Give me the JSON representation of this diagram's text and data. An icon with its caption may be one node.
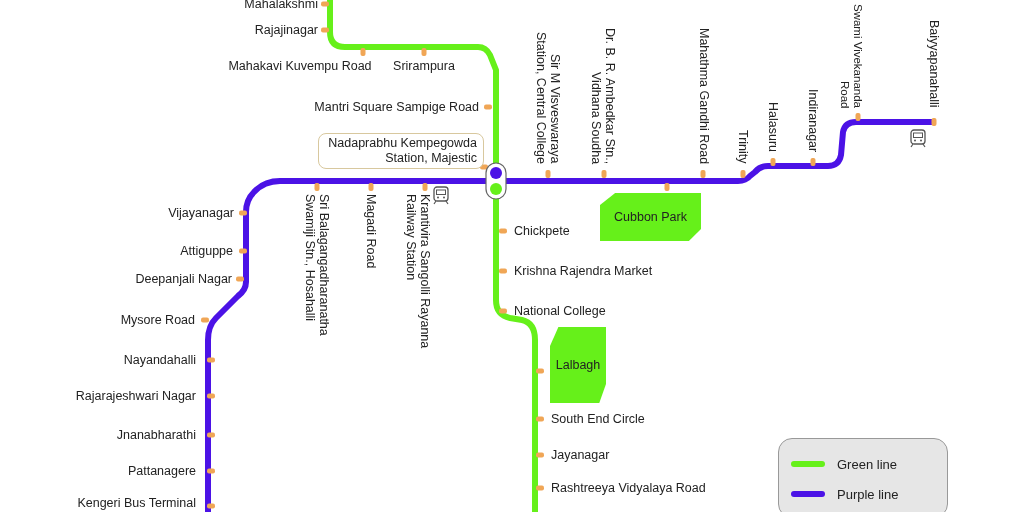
{
  "diagram": {
    "nodes": [
      {
        "text": [
          "Nadaprabhu Kempegowda Station, Majestic"
        ]
      },
      {
        "text": [
          "Cubbon Park"
        ]
      },
      {
        "text": [
          "Lalbagh"
        ]
      }
    ],
    "labels": [
      "Mahalakshmi",
      "Rajajinagar",
      "Mahakavi Kuvempu Road",
      "Srirampura",
      "Mantri Square Sampige Road",
      "Sir M Visveswaraya Station, Central College",
      "Dr. B. R. Ambedkar Stn., Vidhana Soudha",
      "Mahathma Gandhi Road",
      "Trinity",
      "Halasuru",
      "Indiranagar",
      "Swami Vivekananda Road",
      "Baiyyapanahalli",
      "Sri Balagangadharanatha Swamiji Stn., Hosahalli",
      "Magadi Road",
      "Krantivira Sangolli Rayanna Railway Station",
      "Vijayanagar",
      "Chickpete",
      "Attiguppe",
      "Krishna Rajendra Market",
      "Deepanjali Nagar",
      "National College",
      "Mysore Road",
      "Nayandahalli",
      "Rajarajeshwari Nagar",
      "South End Circle",
      "Jnanabharathi",
      "Jayanagar",
      "Pattanagere",
      "Rashtreeya Vidyalaya Road",
      "Kengeri Bus Terminal"
    ],
    "legend": [
      {
        "text": "Green line",
        "color": "#66f01a"
      },
      {
        "text": "Purple line",
        "color": "#4b12e6"
      }
    ]
  }
}
